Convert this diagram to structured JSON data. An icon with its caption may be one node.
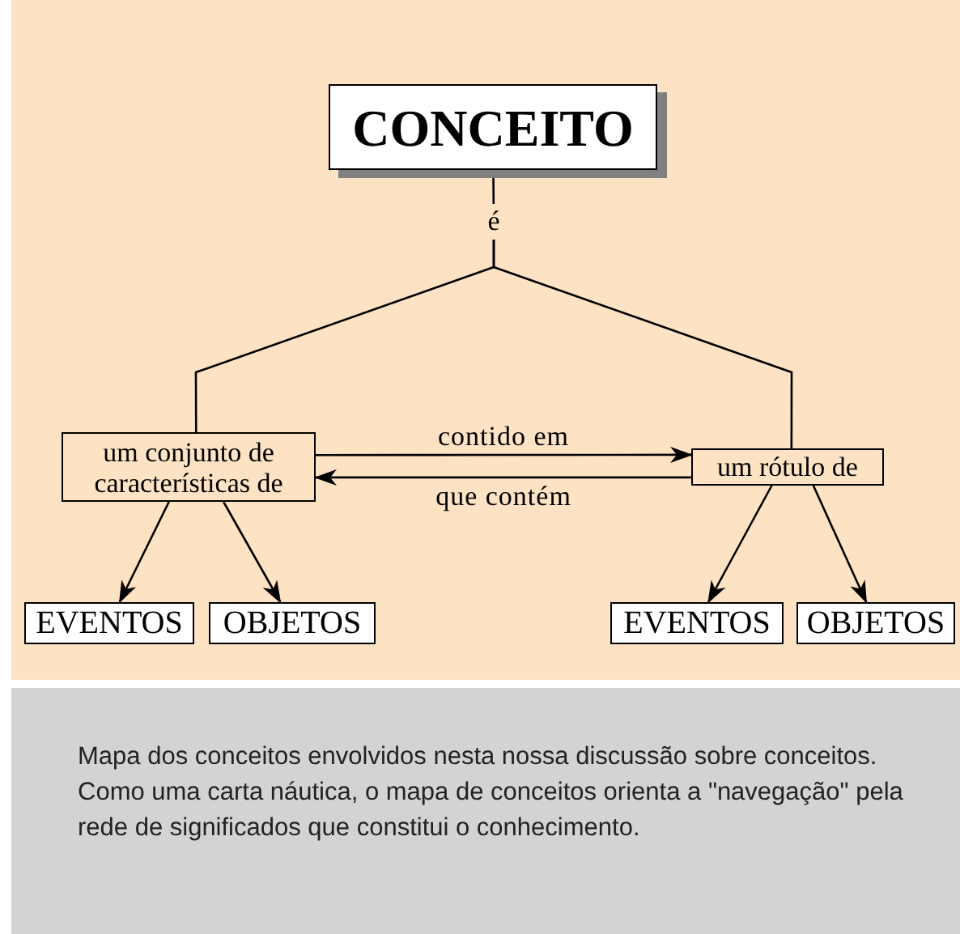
{
  "diagram": {
    "caption": "Mapa dos conceitos envolvidos nesta nossa discussão sobre conceitos. Como uma carta náutica, o mapa de conceitos orienta a \"navegação\" pela rede de significados que constitui o conhecimento.",
    "nodes": [
      {
        "text": [
          "CONCEITO"
        ]
      },
      {
        "text": [
          "é"
        ]
      },
      {
        "text": [
          "um conjunto de características de"
        ]
      },
      {
        "text": [
          "um rótulo de"
        ]
      },
      {
        "text": [
          "EVENTOS"
        ]
      },
      {
        "text": [
          "OBJETOS"
        ]
      },
      {
        "text": [
          "EVENTOS"
        ]
      },
      {
        "text": [
          "OBJETOS"
        ]
      }
    ],
    "edges": [
      {
        "from": 0,
        "to": 1,
        "arrow": "none"
      },
      {
        "from": 1,
        "to": 2,
        "arrow": "none"
      },
      {
        "from": 1,
        "to": 3,
        "arrow": "none"
      },
      {
        "from": 2,
        "to": 3,
        "arrow": "to",
        "label": "contido em"
      },
      {
        "from": 3,
        "to": 2,
        "arrow": "to",
        "label": "que contém"
      },
      {
        "from": 2,
        "to": 4,
        "arrow": "to"
      },
      {
        "from": 2,
        "to": 5,
        "arrow": "to"
      },
      {
        "from": 3,
        "to": 6,
        "arrow": "to"
      },
      {
        "from": 3,
        "to": 7,
        "arrow": "to"
      }
    ]
  }
}
